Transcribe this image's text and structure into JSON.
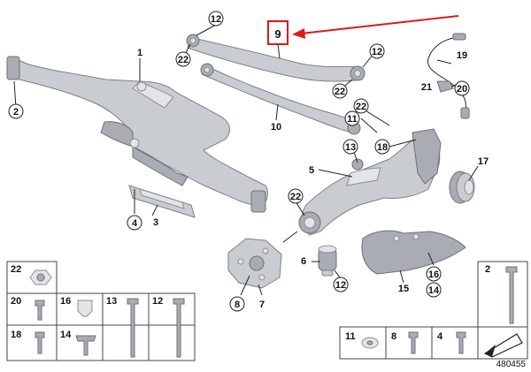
{
  "callouts": {
    "c12a": "12",
    "c9": "9",
    "c12b": "12",
    "c22a": "22",
    "c1": "1",
    "c19": "19",
    "c21": "21",
    "c20": "20",
    "c22b": "22",
    "c22c": "22",
    "c11": "11",
    "c2": "2",
    "c10": "10",
    "c13": "13",
    "c18": "18",
    "c5": "5",
    "c17": "17",
    "c22d": "22",
    "c4": "4",
    "c3": "3",
    "c6": "6",
    "c12c": "12",
    "c8": "8",
    "c7": "7",
    "c16": "16",
    "c14": "14",
    "c15": "15"
  },
  "legend": {
    "l22": "22",
    "l20": "20",
    "l16": "16",
    "l13": "13",
    "l12": "12",
    "l18": "18",
    "l14": "14",
    "l11": "11",
    "l8": "8",
    "l4": "4",
    "l2": "2"
  },
  "diagram_id": "480455",
  "colors": {
    "highlight": "#e01818",
    "part_fill": "#c9ccd0",
    "outline": "#222222"
  }
}
